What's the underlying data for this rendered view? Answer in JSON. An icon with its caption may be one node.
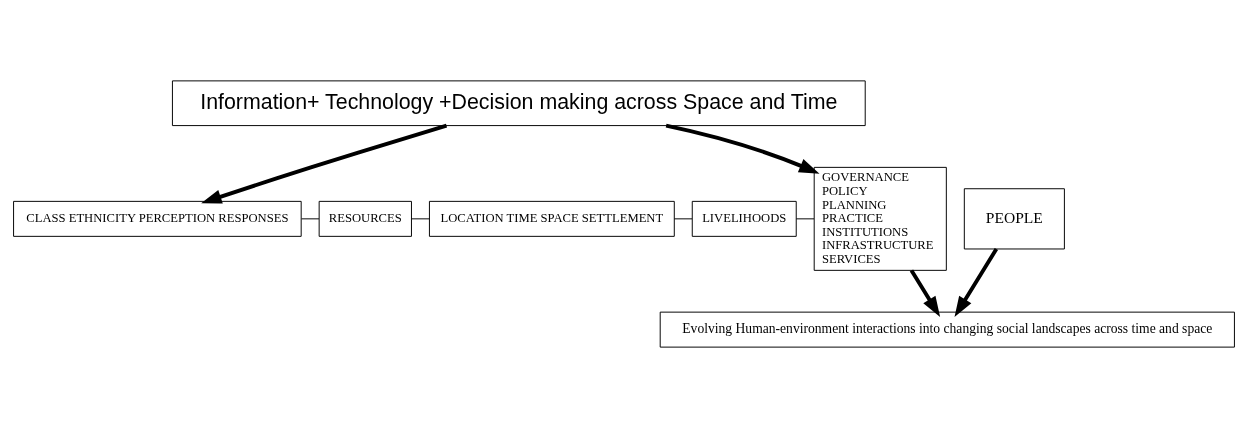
{
  "diagram": {
    "nodes": [
      {
        "text": [
          "Information+ Technology +Decision making across Space and Time"
        ]
      },
      {
        "text": [
          "PEOPLE"
        ]
      },
      {
        "text": [
          "CLASS ETHNICITY PERCEPTION RESPONSES"
        ]
      },
      {
        "text": [
          "RESOURCES"
        ]
      },
      {
        "text": [
          "LOCATION TIME SPACE SETTLEMENT"
        ]
      },
      {
        "text": [
          "LIVELIHOODS"
        ]
      },
      {
        "text": [
          "GOVERNANCE",
          "POLICY",
          "PLANNING",
          "PRACTICE",
          "INSTITUTIONS",
          "INFRASTRUCTURE",
          "SERVICES"
        ]
      },
      {
        "text": [
          "Evolving Human-environment interactions into changing social landscapes across time and space"
        ]
      }
    ],
    "edges": [
      {
        "from": 2,
        "to": 3,
        "arrow": "none"
      },
      {
        "from": 3,
        "to": 4,
        "arrow": "none"
      },
      {
        "from": 4,
        "to": 5,
        "arrow": "none"
      },
      {
        "from": 5,
        "to": 6,
        "arrow": "none"
      },
      {
        "from": 0,
        "to": 2,
        "arrow": "to",
        "style": "thick"
      },
      {
        "from": 1,
        "to": 7,
        "arrow": "to",
        "style": "thick"
      },
      {
        "from": 0,
        "to": 6,
        "arrow": "to",
        "style": "thick"
      },
      {
        "from": 6,
        "to": 7,
        "arrow": "to",
        "style": "thick"
      }
    ]
  }
}
